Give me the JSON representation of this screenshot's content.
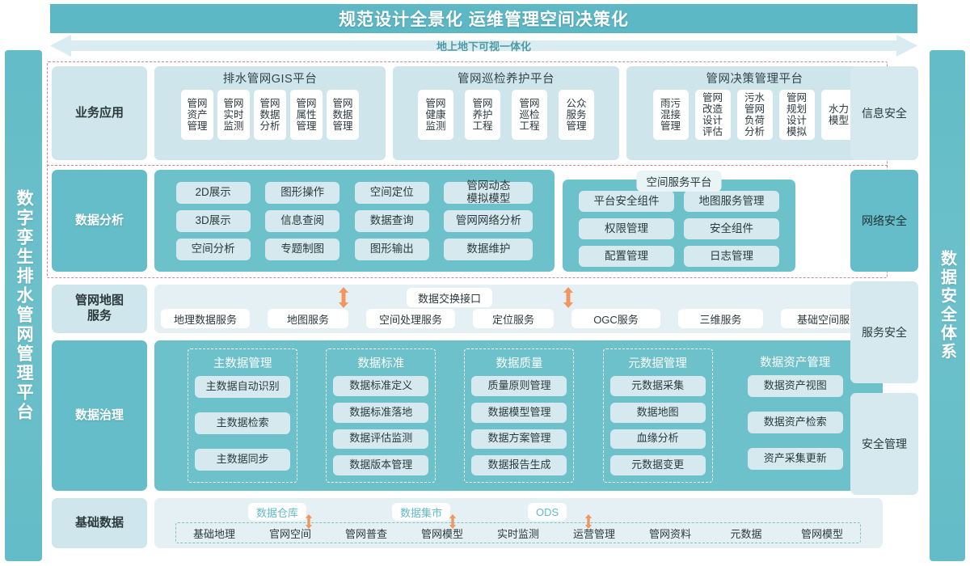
{
  "header": {
    "title": "规范设计全景化  运维管理空间决策化",
    "band_label": "地上地下可视一体化"
  },
  "left_bar": {
    "label": "数字孪生排水管网管理平台"
  },
  "right_bar": {
    "label": "数据安全体系"
  },
  "security_column": [
    {
      "label": "信息安全",
      "style": "light"
    },
    {
      "label": "网络安全",
      "style": "teal"
    },
    {
      "label": "服务安全",
      "style": "light"
    },
    {
      "label": "安全管理",
      "style": "light"
    }
  ],
  "rows": {
    "business": {
      "label": "业务应用",
      "groups": [
        {
          "title": "排水管网GIS平台",
          "items": [
            "管网\n资产\n管理",
            "管网\n实时\n监测",
            "管网\n数据\n分析",
            "管网\n属性\n管理",
            "管网\n数据\n管理"
          ]
        },
        {
          "title": "管网巡检养护平台",
          "items": [
            "管网\n健康\n监测",
            "管网\n养护\n工程",
            "管网\n巡检\n工程",
            "公众\n服务\n管理"
          ]
        },
        {
          "title": "管网决策管理平台",
          "items": [
            "雨污\n混接\n管理",
            "管网\n改造\n设计\n评估",
            "污水\n管网\n负荷\n分析",
            "管网\n规划\n设计\n模拟",
            "水力\n模型"
          ]
        }
      ]
    },
    "analysis": {
      "label": "数据分析",
      "columns": [
        [
          "2D展示",
          "3D展示",
          "空间分析"
        ],
        [
          "图形操作",
          "信息查阅",
          "专题制图"
        ],
        [
          "空间定位",
          "数据查询",
          "图形输出"
        ],
        [
          "管网动态\n模拟模型",
          "管网网络分析",
          "数据维护"
        ]
      ],
      "spatial_platform": {
        "title": "空间服务平台",
        "columns": [
          [
            "平台安全组件",
            "权限管理",
            "配置管理"
          ],
          [
            "地图服务管理",
            "安全组件",
            "日志管理"
          ]
        ]
      }
    },
    "map_service": {
      "label": "管网地图\n服务",
      "exchange_label": "数据交换接口",
      "items": [
        "地理数据服务",
        "地图服务",
        "空间处理服务",
        "定位服务",
        "OGC服务",
        "三维服务",
        "基础空间服务"
      ],
      "arrow_over_items": [
        "空间处理服务",
        "OGC服务"
      ]
    },
    "governance": {
      "label": "数据治理",
      "groups": [
        {
          "title": "主数据管理",
          "items": [
            "主数据自动识别",
            "主数据检索",
            "主数据同步"
          ]
        },
        {
          "title": "数据标准",
          "items": [
            "数据标准定义",
            "数据标准落地",
            "数据评估监测",
            "数据版本管理"
          ]
        },
        {
          "title": "数据质量",
          "items": [
            "质量原则管理",
            "数据模型管理",
            "数据方案管理",
            "数据报告生成"
          ]
        },
        {
          "title": "元数据管理",
          "items": [
            "元数据采集",
            "数据地图",
            "血缘分析",
            "元数据变更"
          ]
        },
        {
          "title": "数据资产管理",
          "items": [
            "数据资产视图",
            "数据资产检索",
            "资产采集更新"
          ]
        }
      ]
    },
    "base_data": {
      "label": "基础数据",
      "top_labels": [
        "数据仓库",
        "数据集市",
        "ODS"
      ],
      "items": [
        "基础地理",
        "官网空间",
        "管网普查",
        "管网模型",
        "实时监测",
        "运营管理",
        "管网资料",
        "元数据",
        "管网模型"
      ],
      "arrow_over_items": [
        "管网普查",
        "实时监测",
        "管网资料"
      ]
    }
  },
  "colors": {
    "teal": "#64bdc8",
    "teal_panel": "#6cc1ca",
    "pale": "#dceaef",
    "chip": "#d6e9ef",
    "arrow_orange": "#f3955f",
    "red_dash": "#c98a8a",
    "green_dash": "#7fc6b9"
  }
}
